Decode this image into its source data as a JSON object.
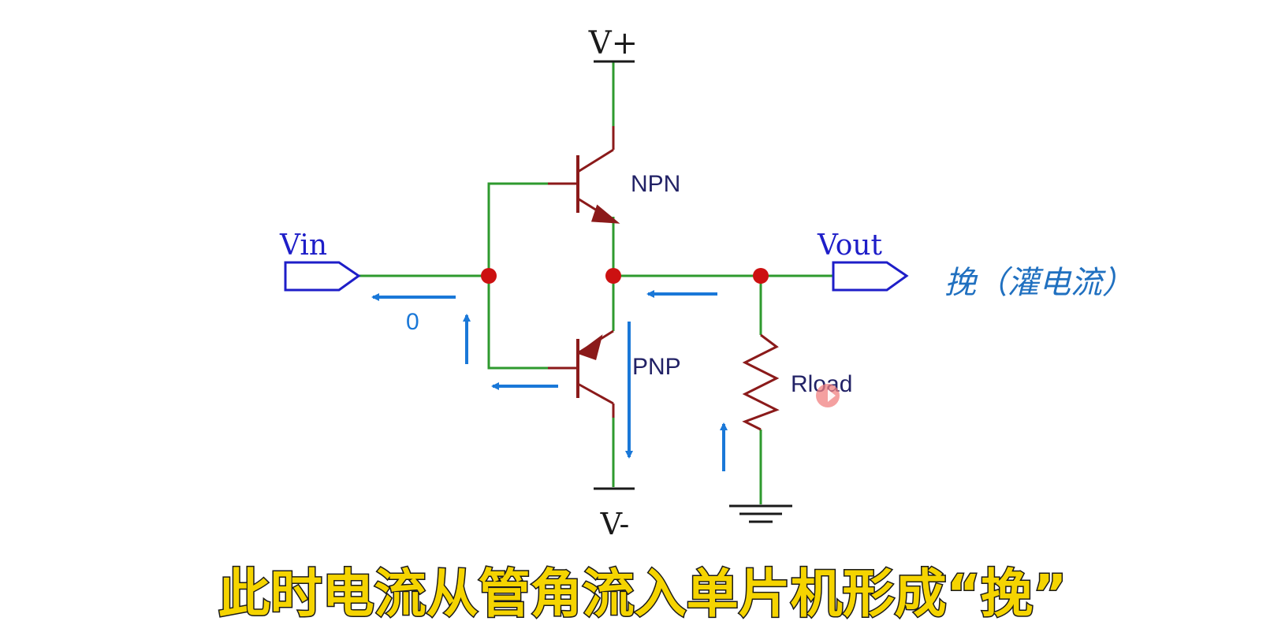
{
  "diagram": {
    "supply_positive": "V+",
    "supply_negative": "V-",
    "input_label": "Vin",
    "output_label": "Vout",
    "npn_label": "NPN",
    "pnp_label": "PNP",
    "load_label": "Rload",
    "input_current_value": "0",
    "annotation": "挽（灌电流）"
  },
  "caption": "此时电流从管角流入单片机形成“挽”",
  "colors": {
    "wire": "#2e9a2e",
    "component": "#8b1a1a",
    "node": "#cc1111",
    "port": "#1e1ec8",
    "arrow": "#1a78d8",
    "caption_fill": "#f5d400",
    "caption_stroke": "#1a1a1a",
    "text": "#222266"
  }
}
